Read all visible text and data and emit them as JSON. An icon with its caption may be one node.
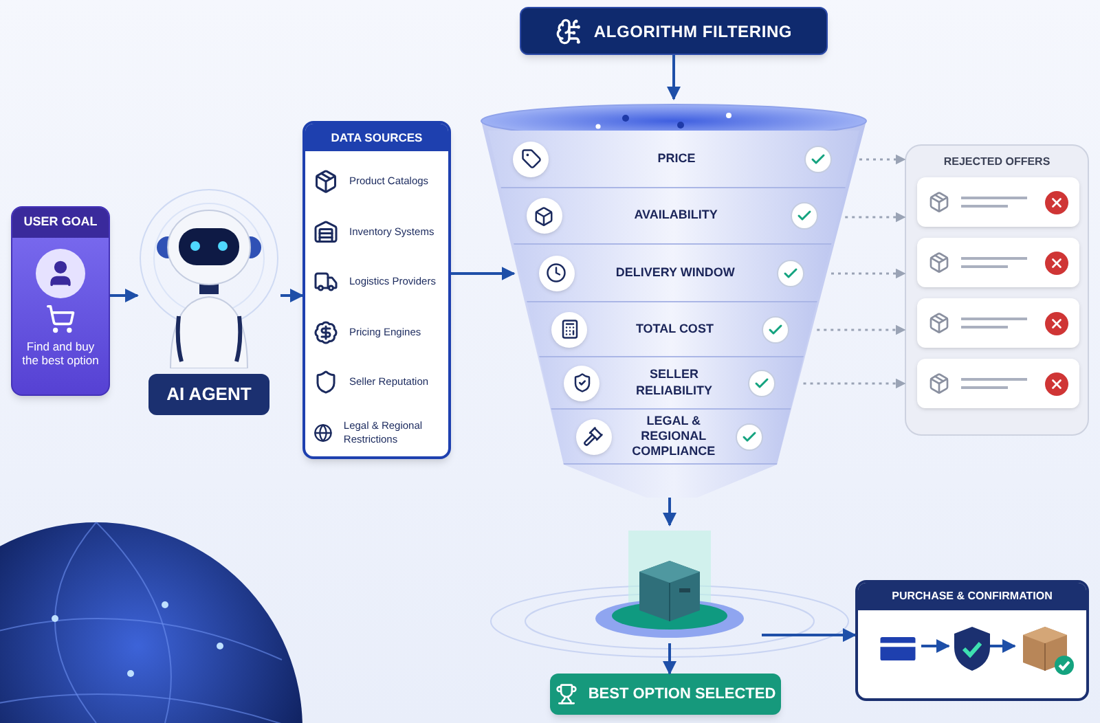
{
  "diagram": {
    "nodes": [
      {
        "text": [
          "USER GOAL",
          "Find and buy the best option"
        ]
      },
      {
        "text": [
          "AI AGENT"
        ]
      },
      {
        "text": [
          "DATA SOURCES"
        ]
      },
      {
        "text": [
          "Product Catalogs"
        ],
        "in": 2
      },
      {
        "text": [
          "Inventory Systems"
        ],
        "in": 2
      },
      {
        "text": [
          "Logistics Providers"
        ],
        "in": 2
      },
      {
        "text": [
          "Pricing Engines"
        ],
        "in": 2
      },
      {
        "text": [
          "Seller Reputation"
        ],
        "in": 2
      },
      {
        "text": [
          "Legal & Regional Restrictions"
        ],
        "in": 2
      },
      {
        "text": [
          "ALGORITHM FILTERING"
        ]
      },
      {
        "text": [],
        "shape": "funnel"
      },
      {
        "text": [
          "PRICE"
        ],
        "in": 10
      },
      {
        "text": [
          "AVAILABILITY"
        ],
        "in": 10
      },
      {
        "text": [
          "DELIVERY WINDOW"
        ],
        "in": 10
      },
      {
        "text": [
          "TOTAL COST"
        ],
        "in": 10
      },
      {
        "text": [
          "SELLER RELIABILITY"
        ],
        "in": 10
      },
      {
        "text": [
          "LEGAL & REGIONAL COMPLIANCE"
        ],
        "in": 10
      },
      {
        "text": [
          "REJECTED OFFERS"
        ]
      },
      {
        "text": [],
        "shape": "box",
        "in": 17
      },
      {
        "text": [],
        "shape": "box",
        "in": 17
      },
      {
        "text": [],
        "shape": "box",
        "in": 17
      },
      {
        "text": [],
        "shape": "box",
        "in": 17
      },
      {
        "text": [],
        "shape": "picture"
      },
      {
        "text": [
          "BEST OPTION SELECTED"
        ]
      },
      {
        "text": [
          "PURCHASE & CONFIRMATION"
        ]
      },
      {
        "text": [],
        "shape": "picture",
        "in": 24
      },
      {
        "text": [],
        "shape": "picture",
        "in": 24
      },
      {
        "text": [],
        "shape": "picture",
        "in": 24
      }
    ],
    "edges": [
      {
        "from": 0,
        "to": 1,
        "arrow": "to"
      },
      {
        "from": 1,
        "to": 2,
        "arrow": "to"
      },
      {
        "from": 2,
        "to": 13,
        "arrow": "to"
      },
      {
        "from": 9,
        "to": 10,
        "arrow": "to"
      },
      {
        "from": 11,
        "to": 17,
        "arrow": "to",
        "style": "dashed",
        "color": "#9aa3b5"
      },
      {
        "from": 12,
        "to": 17,
        "arrow": "to",
        "style": "dashed",
        "color": "#9aa3b5"
      },
      {
        "from": 13,
        "to": 17,
        "arrow": "to",
        "style": "dashed",
        "color": "#9aa3b5"
      },
      {
        "from": 14,
        "to": 17,
        "arrow": "to",
        "style": "dashed",
        "color": "#9aa3b5"
      },
      {
        "from": 15,
        "to": 17,
        "arrow": "to",
        "style": "dashed",
        "color": "#9aa3b5"
      },
      {
        "from": 10,
        "to": 22,
        "arrow": "to"
      },
      {
        "from": 22,
        "to": 23,
        "arrow": "to"
      },
      {
        "from": 22,
        "to": 24,
        "arrow": "to"
      },
      {
        "from": 25,
        "to": 26,
        "arrow": "to"
      },
      {
        "from": 26,
        "to": 27,
        "arrow": "to"
      }
    ]
  }
}
